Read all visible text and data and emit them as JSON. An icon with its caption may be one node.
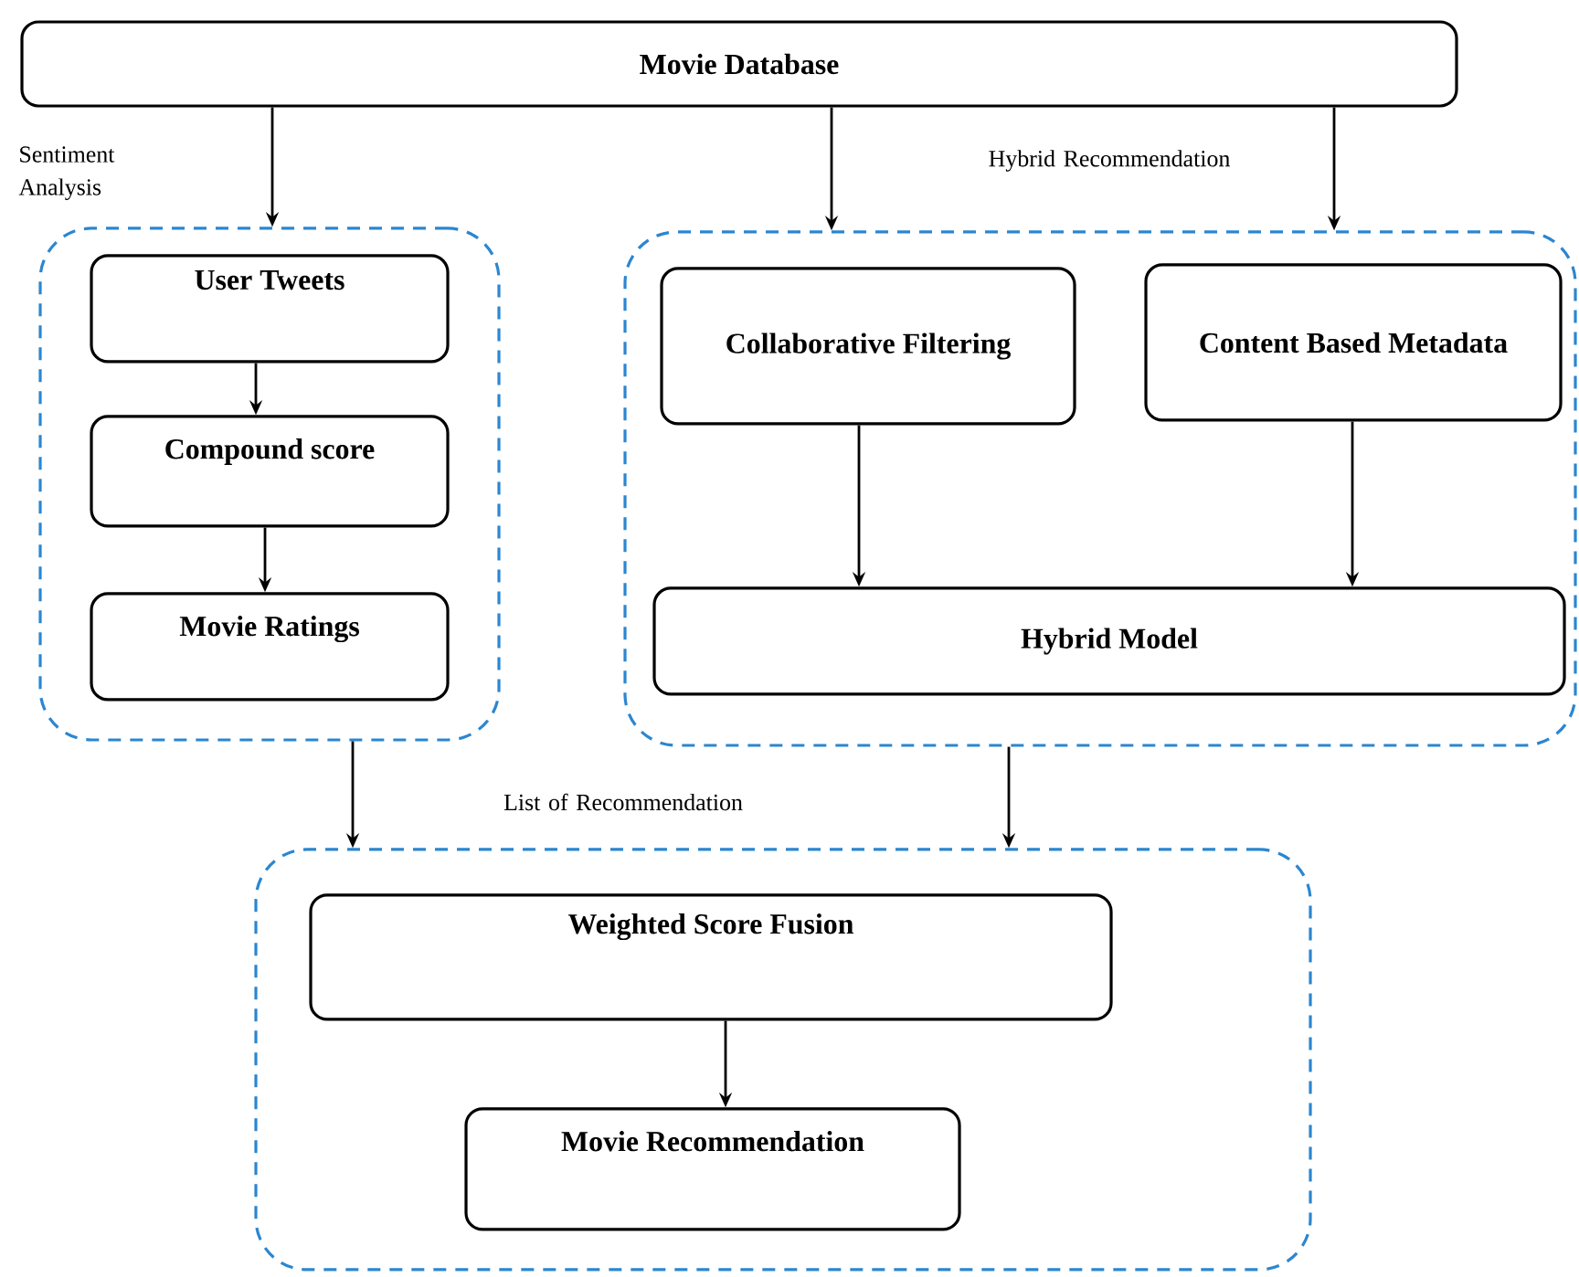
{
  "diagram": {
    "nodes": [
      {
        "text": [
          "Movie Database"
        ]
      },
      {
        "text": [
          "Sentiment Analysis"
        ]
      },
      {
        "text": [
          "User Tweets"
        ],
        "in": 1
      },
      {
        "text": [
          "Compound score"
        ],
        "in": 1
      },
      {
        "text": [
          "Movie Ratings"
        ],
        "in": 1
      },
      {
        "text": [
          "Hybrid Recommendation"
        ]
      },
      {
        "text": [
          "Collaborative Filtering"
        ],
        "in": 5
      },
      {
        "text": [
          "Content Based Metadata"
        ],
        "in": 5
      },
      {
        "text": [
          "Hybrid Model"
        ],
        "in": 5
      },
      {
        "text": [
          "List of Recommendation"
        ]
      },
      {
        "text": [
          "Weighted Score Fusion"
        ],
        "in": 9
      },
      {
        "text": [
          "Movie Recommendation"
        ],
        "in": 9
      }
    ],
    "edges": [
      {
        "from": 0,
        "to": 1,
        "arrow": "to"
      },
      {
        "from": 0,
        "to": 5,
        "arrow": "to"
      },
      {
        "from": 0,
        "to": 5,
        "arrow": "to"
      },
      {
        "from": 2,
        "to": 3,
        "arrow": "to"
      },
      {
        "from": 3,
        "to": 4,
        "arrow": "to"
      },
      {
        "from": 6,
        "to": 8,
        "arrow": "to"
      },
      {
        "from": 7,
        "to": 8,
        "arrow": "to"
      },
      {
        "from": 1,
        "to": 9,
        "arrow": "to"
      },
      {
        "from": 5,
        "to": 9,
        "arrow": "to"
      },
      {
        "from": 10,
        "to": 11,
        "arrow": "to"
      }
    ]
  }
}
